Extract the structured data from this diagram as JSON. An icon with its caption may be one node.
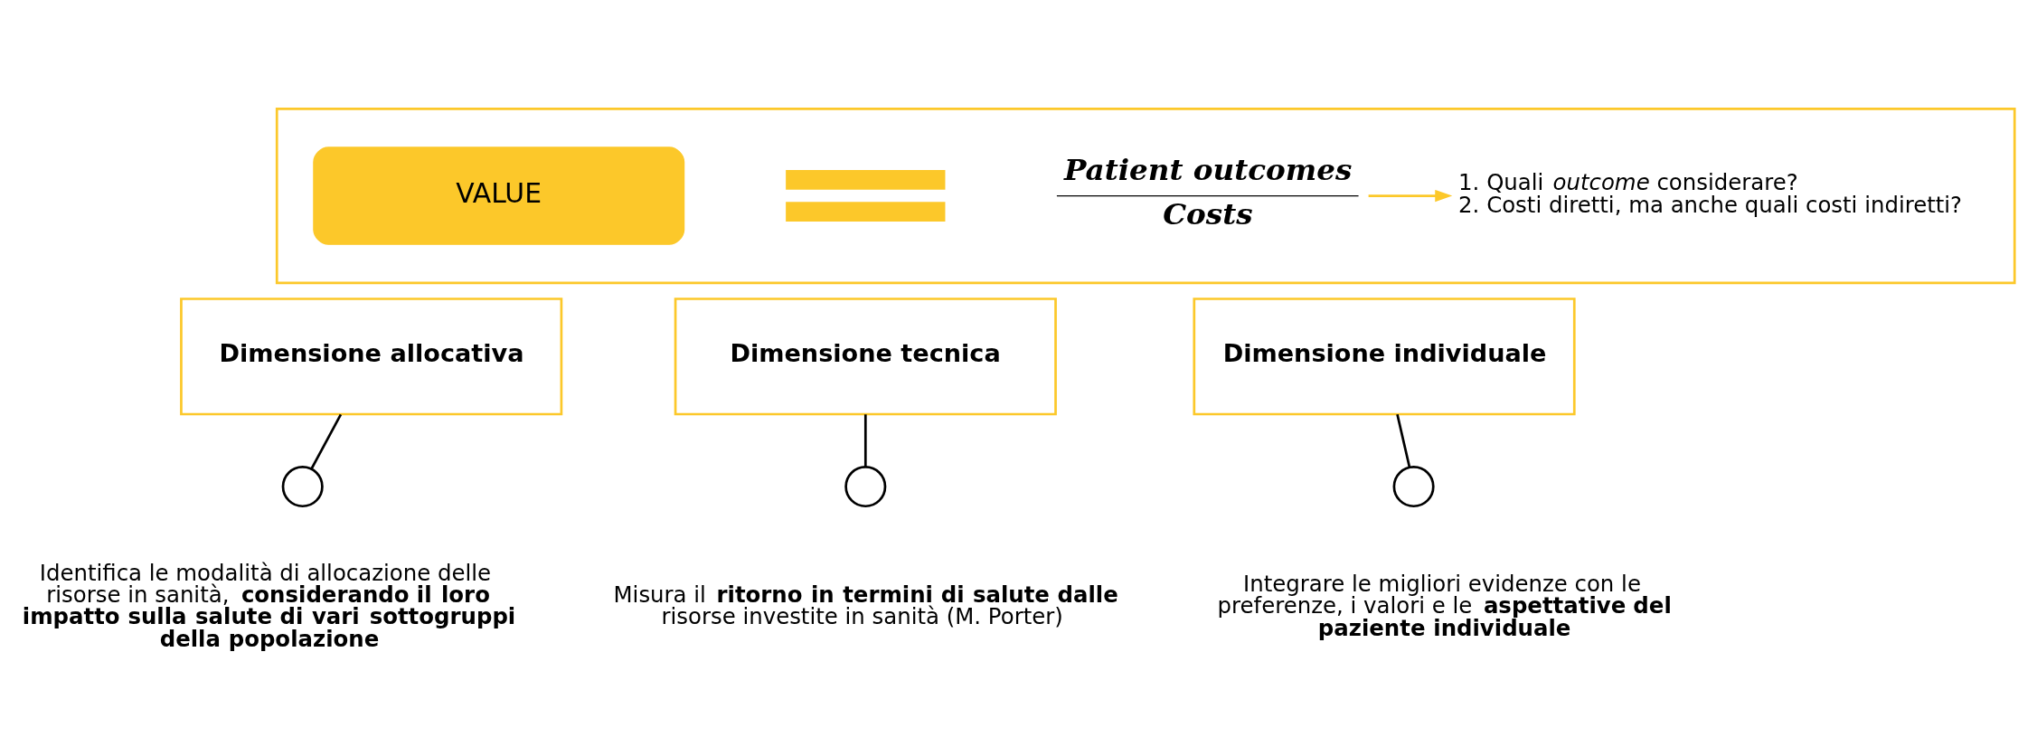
{
  "diagram": {
    "nodes": [
      {
        "text": [],
        "shape": "box"
      },
      {
        "text": [
          "VALUE"
        ],
        "in": 0
      },
      {
        "text": [],
        "shape": "bar",
        "in": 0
      },
      {
        "text": [
          "Patient outcomes",
          "Costs"
        ],
        "in": 0
      },
      {
        "text": [
          "1. Quali *outcome* considerare?",
          "2. Costi diretti, ma anche quali costi indiretti?"
        ],
        "in": 0
      },
      {
        "text": [
          "Dimensione allocativa"
        ]
      },
      {
        "text": [
          "Dimensione tecnica"
        ]
      },
      {
        "text": [
          "Dimensione individuale"
        ]
      },
      {
        "text": [],
        "shape": "circle",
        "beside": [
          "Identifica le modalità di allocazione delle risorse in sanità, **considerando il loro impatto sulla salute di vari sottogruppi della popolazione**"
        ]
      },
      {
        "text": [],
        "shape": "circle",
        "beside": [
          "Misura il **ritorno in termini di salute dalle** risorse investite in sanità (M. Porter)"
        ]
      },
      {
        "text": [],
        "shape": "circle",
        "beside": [
          "Integrare le migliori evidenze con le preferenze, i valori e le **aspettative del paziente individuale**"
        ]
      }
    ],
    "edges": [
      {
        "from": 3,
        "to": 4,
        "arrow": "to",
        "color": "#fcc82a"
      },
      {
        "from": 5,
        "to": 8,
        "arrow": "none"
      },
      {
        "from": 6,
        "to": 9,
        "arrow": "none"
      },
      {
        "from": 7,
        "to": 10,
        "arrow": "none"
      }
    ]
  }
}
